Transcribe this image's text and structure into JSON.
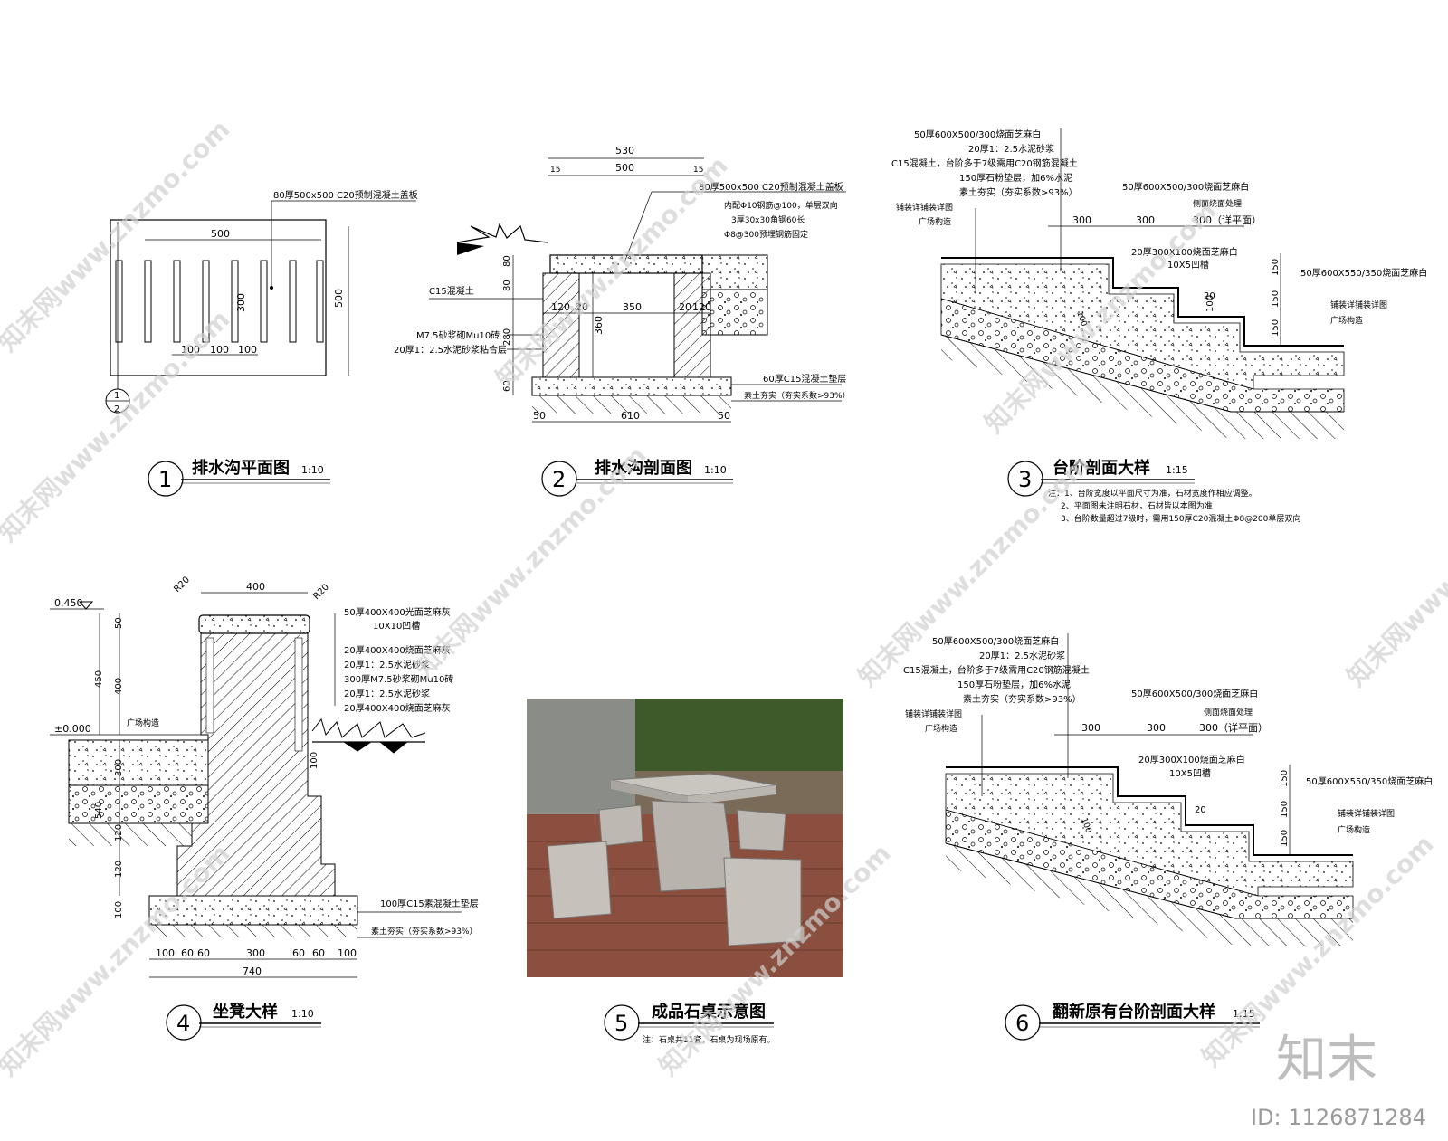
{
  "colors": {
    "line": "#000000",
    "watermark": "#d0d0d0",
    "logo": "#bdbdbd"
  },
  "drawings": [
    {
      "number": "1",
      "title": "排水沟平面图",
      "scale": "1:10",
      "labels": {
        "cover": "80厚500x500 C20预制混凝土盖板",
        "top_dim": "500",
        "side_dim": "500",
        "inner_dim": "300",
        "spacing": [
          "100",
          "100",
          "100"
        ],
        "section_mark": "1",
        "section_sheet": "2"
      }
    },
    {
      "number": "2",
      "title": "排水沟剖面图",
      "scale": "1:10",
      "labels": {
        "top_total": "530",
        "top_inner": "500",
        "edge_left": "15",
        "edge_right": "15",
        "notes": [
          "80厚500x500 C20预制混凝土盖板",
          "内配Φ10钢筋@100，单层双向",
          "3厚30x30角钢60长",
          "Φ8@300预埋钢筋固定"
        ],
        "c15": "C15混凝土",
        "m75": "M7.5砂浆砌Mu10砖",
        "mortar": "20厚1：2.5水泥砂浆粘合层",
        "base": "60厚C15混凝土垫层",
        "soil": "素土夯实（夯实系数>93%）",
        "dims_v": [
          "80",
          "80",
          "280",
          "60"
        ],
        "dims_mid": [
          "120",
          "20",
          "350",
          "20",
          "120"
        ],
        "depth": "360",
        "bottom": [
          "50",
          "610",
          "50"
        ]
      }
    },
    {
      "number": "3",
      "title": "台阶剖面大样",
      "scale": "1:15",
      "labels": {
        "layers": [
          "50厚600X500/300烧面芝麻白",
          "20厚1：2.5水泥砂浆",
          "C15混凝土，台阶多于7级需用C20钢筋混凝土",
          "150厚石粉垫层，加6%水泥",
          "素土夯实（夯实系数>93%）"
        ],
        "left1": "铺装详铺装详图",
        "left2": "广场构造",
        "top_note": "50厚600X500/300烧面芝麻白",
        "side_note": "侧面烧面处理",
        "dims_h": [
          "300",
          "300",
          "300（详平面）"
        ],
        "step": "20厚300X100烧面芝麻白",
        "groove": "10X5凹槽",
        "dims_v": [
          "150",
          "150",
          "150"
        ],
        "small": [
          "100",
          "20"
        ],
        "slope": "100",
        "right1": "50厚600X550/350烧面芝麻白",
        "right2": "铺装详铺装详图",
        "right3": "广场构造",
        "notes": [
          "注：1、台阶宽度以平面尺寸为准，石材宽度作相应调整。",
          "2、平面图未注明石材，石材皆以本图为准",
          "3、台阶数量超过7级时，需用150厚C20混凝土Φ8@200单层双向"
        ]
      }
    },
    {
      "number": "4",
      "title": "坐凳大样",
      "scale": "1:10",
      "labels": {
        "elev_top": "0.450",
        "elev_zero": "±0.000",
        "radius_l": "R20",
        "radius_r": "R20",
        "top_dim": "400",
        "layers": [
          "50厚400X400光面芝麻灰",
          "10X10凹槽",
          "20厚400X400烧面芝麻灰",
          "20厚1：2.5水泥砂浆",
          "300厚M7.5砂浆砌Mu10砖",
          "20厚1：2.5水泥砂浆",
          "20厚400X400烧面芝麻灰"
        ],
        "plaza": "广场构造",
        "base": "100厚C15素混凝土垫层",
        "soil": "素土夯实（夯实系数>93%）",
        "dims_v": [
          "50",
          "450",
          "400",
          "300",
          "540",
          "120",
          "120",
          "100"
        ],
        "grass_dim": "100",
        "bottom": [
          "100",
          "60",
          "60",
          "300",
          "60",
          "60",
          "100"
        ],
        "bottom_total": "740"
      }
    },
    {
      "number": "5",
      "title": "成品石桌示意图",
      "scale": "",
      "note": "注：石桌共11套，石桌为现场原有。"
    },
    {
      "number": "6",
      "title": "翻新原有台阶剖面大样",
      "scale": "1:15",
      "labels": {
        "layers": [
          "50厚600X500/300烧面芝麻白",
          "20厚1：2.5水泥砂浆",
          "C15混凝土，台阶多于7级需用C20钢筋混凝土",
          "150厚石粉垫层，加6%水泥",
          "素土夯实（夯实系数>93%）"
        ],
        "left1": "铺装详铺装详图",
        "left2": "广场构造",
        "top_note": "50厚600X500/300烧面芝麻白",
        "side_note": "侧面烧面处理",
        "dims_h": [
          "300",
          "300",
          "300（详平面）"
        ],
        "step": "20厚300X100烧面芝麻白",
        "groove": "10X5凹槽",
        "dims_v": [
          "150",
          "150",
          "150"
        ],
        "small": [
          "20"
        ],
        "slope": "100",
        "right1": "50厚600X550/350烧面芝麻白",
        "right2": "铺装详铺装详图",
        "right3": "广场构造"
      }
    }
  ],
  "watermark": "知末网www.znzmo.com",
  "logo": "知末",
  "image_id": "ID: 1126871284"
}
